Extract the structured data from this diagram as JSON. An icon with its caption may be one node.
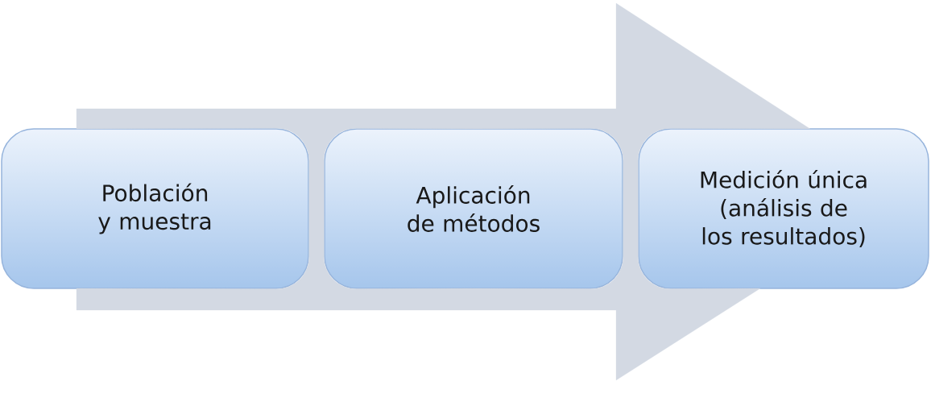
{
  "diagram": {
    "nodes": [
      {
        "text": [
          "Población y muestra"
        ]
      },
      {
        "text": [
          "Aplicación de métodos"
        ]
      },
      {
        "text": [
          "Medición única (análisis de los resultados)"
        ]
      }
    ],
    "edges": [
      {
        "from": 0,
        "to": 1,
        "arrow": "none"
      },
      {
        "from": 1,
        "to": 2,
        "arrow": "to"
      }
    ]
  }
}
